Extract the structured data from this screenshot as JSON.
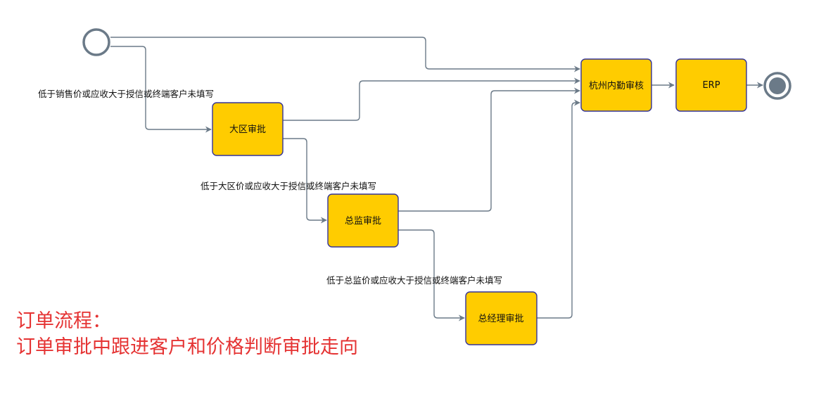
{
  "nodes": {
    "start": "",
    "region_review": "大区审批",
    "director_review": "总监审批",
    "gm_review": "总经理审批",
    "hangzhou_review": "杭州内勤审核",
    "erp": "ERP",
    "end": ""
  },
  "edge_labels": {
    "to_region": "低于销售价或应收大于授信或终端客户未填写",
    "to_director": "低于大区价或应收大于授信或终端客户未填写",
    "to_gm": "低于总监价或应收大于授信或终端客户未填写"
  },
  "note": {
    "title": "订单流程：",
    "body": "订单审批中跟进客户和价格判断审批走向"
  },
  "colors": {
    "task_fill": "#ffcc00",
    "task_border": "#333399",
    "edge": "#6b7a88",
    "note_text": "#e53333"
  }
}
